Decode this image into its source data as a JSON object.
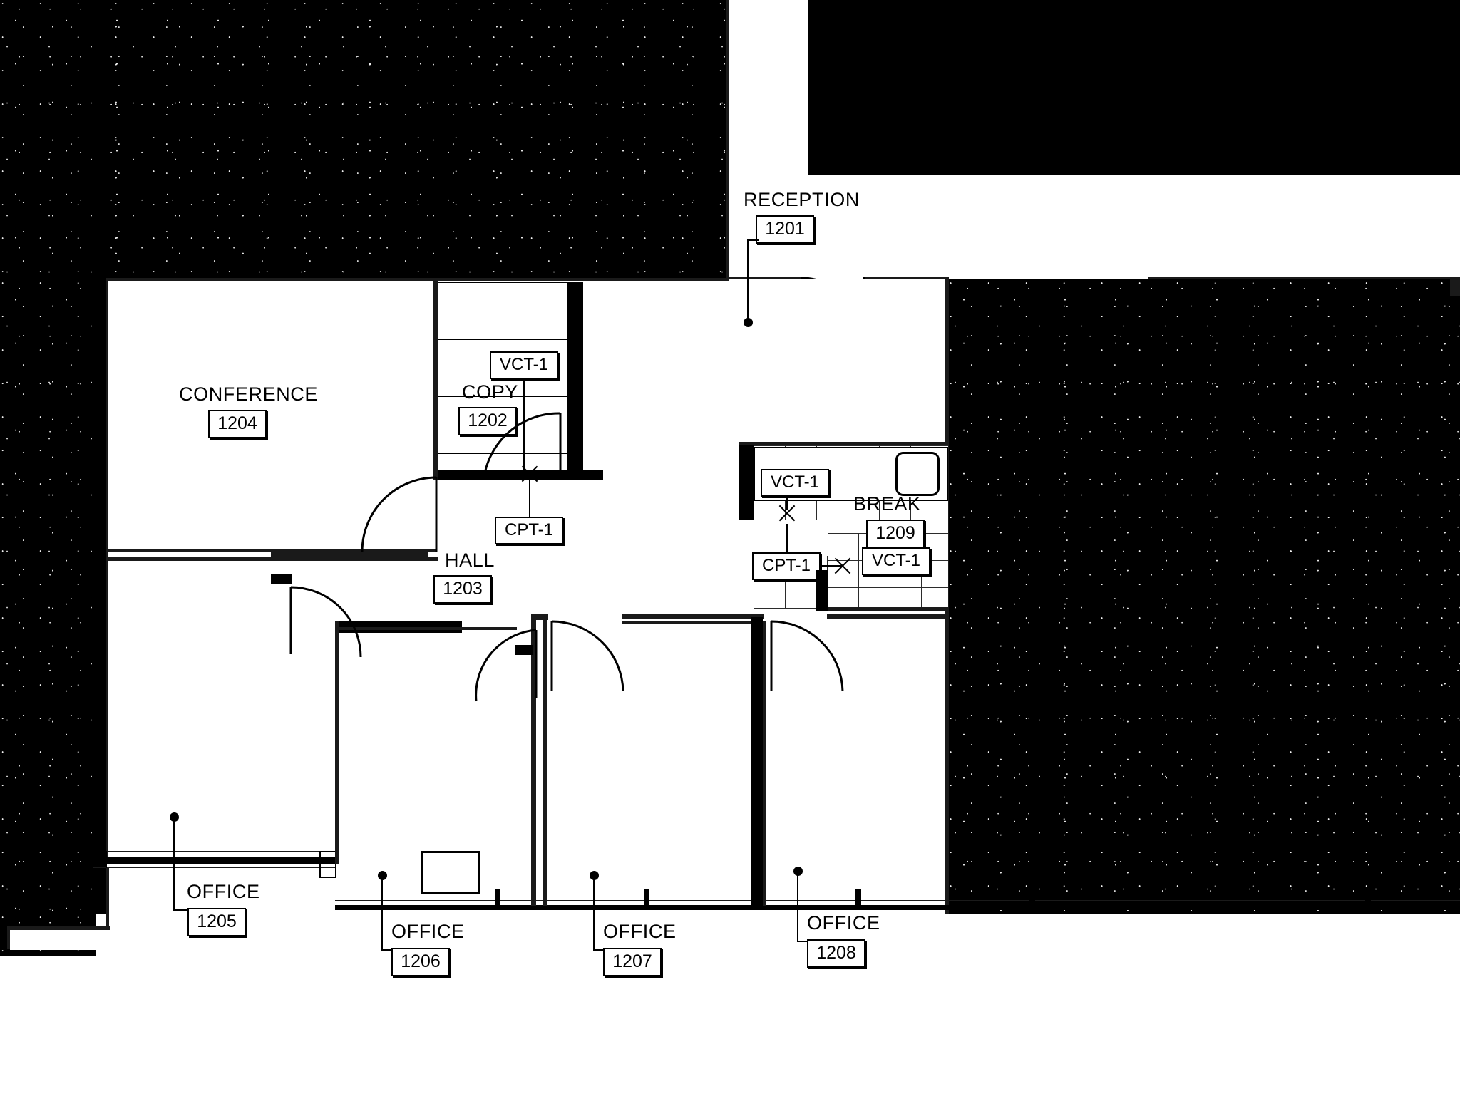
{
  "drawing": {
    "type": "architectural-floor-plan",
    "sheet_kind": "finish-plan"
  },
  "rooms": [
    {
      "name": "RECEPTION",
      "number": "1201"
    },
    {
      "name": "COPY",
      "number": "1202"
    },
    {
      "name": "HALL",
      "number": "1203"
    },
    {
      "name": "CONFERENCE",
      "number": "1204"
    },
    {
      "name": "OFFICE",
      "number": "1205"
    },
    {
      "name": "OFFICE",
      "number": "1206"
    },
    {
      "name": "OFFICE",
      "number": "1207"
    },
    {
      "name": "OFFICE",
      "number": "1208"
    },
    {
      "name": "BREAK",
      "number": "1209"
    }
  ],
  "finish_tags": [
    {
      "code": "VCT-1",
      "at": "copy-room"
    },
    {
      "code": "CPT-1",
      "at": "copy-room-threshold"
    },
    {
      "code": "VCT-1",
      "at": "break-room-upper-left"
    },
    {
      "code": "CPT-1",
      "at": "break-room-threshold"
    },
    {
      "code": "VCT-1",
      "at": "break-room"
    }
  ],
  "colors": {
    "ink": "#000000",
    "paper": "#ffffff",
    "poche": "#000000"
  }
}
